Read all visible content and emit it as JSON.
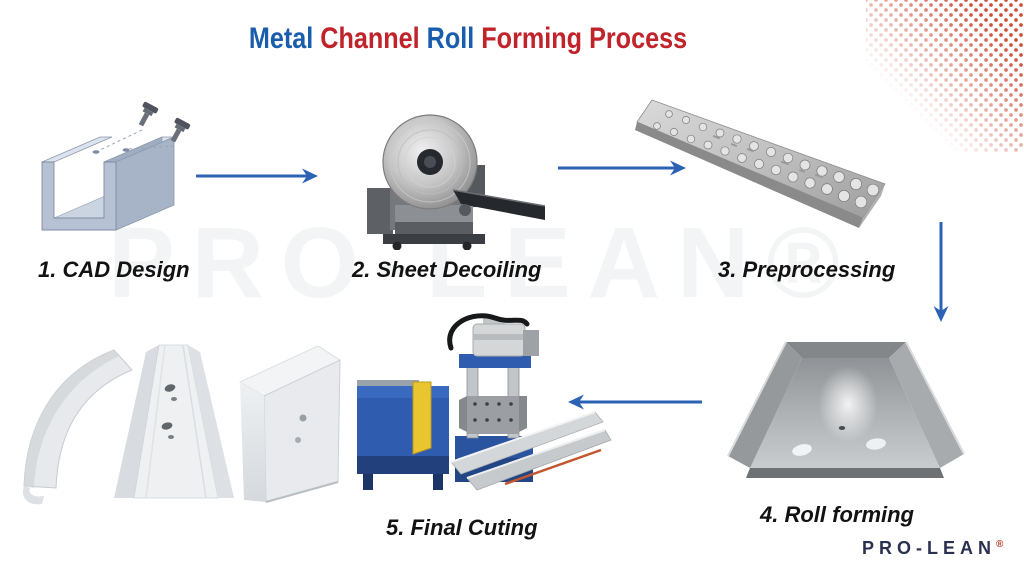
{
  "title": {
    "segments": [
      {
        "text": "Metal ",
        "color": "#1a5dad"
      },
      {
        "text": "Channel ",
        "color": "#c1232b"
      },
      {
        "text": "Roll ",
        "color": "#1a5dad"
      },
      {
        "text": "Forming Process",
        "color": "#c1232b"
      }
    ]
  },
  "steps": [
    {
      "id": 1,
      "label": "1. CAD Design",
      "image": "cad-channel-model"
    },
    {
      "id": 2,
      "label": "2. Sheet Decoiling",
      "image": "sheet-decoiler-machine"
    },
    {
      "id": 3,
      "label": "3. Preprocessing",
      "image": "punched-metal-strip"
    },
    {
      "id": 4,
      "label": "4. Roll forming",
      "image": "roll-formed-u-channel"
    },
    {
      "id": 5,
      "label": "5. Final Cuting",
      "image": "final-cutting-machine"
    }
  ],
  "extra_images": [
    {
      "name": "metal-channel-profiles",
      "description": "three formed channel profiles, bottom left"
    }
  ],
  "arrows": [
    {
      "from": 1,
      "to": 2,
      "direction": "right"
    },
    {
      "from": 2,
      "to": 3,
      "direction": "right"
    },
    {
      "from": 3,
      "to": 4,
      "direction": "down"
    },
    {
      "from": 4,
      "to": 5,
      "direction": "left"
    }
  ],
  "watermark": "PRO-LEAN®",
  "footer": {
    "logo_text": "PRO-LEAN",
    "registered_mark": "®"
  },
  "colors": {
    "title_blue": "#1a5dad",
    "title_red": "#c1232b",
    "arrow_blue": "#2b62b4",
    "logo_navy": "#2b3050",
    "registered_red": "#c0392b",
    "halftone_dots": "#cb4d36",
    "background": "#ffffff"
  }
}
